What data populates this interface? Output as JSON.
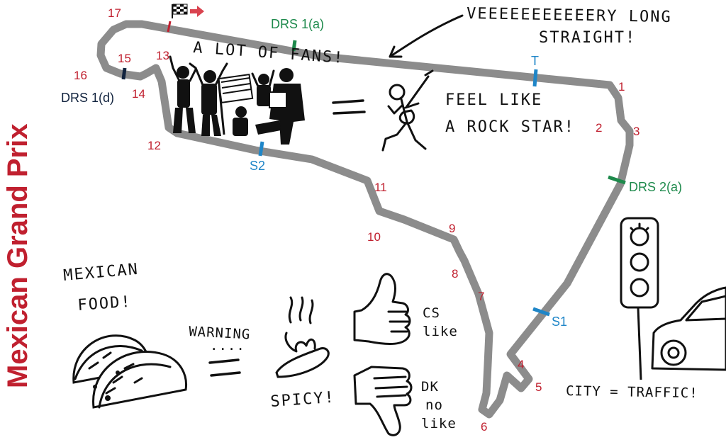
{
  "title": "Mexican Grand Prix",
  "colors": {
    "title": "#c0202f",
    "turn_numbers": "#c0202f",
    "drs_activation": "#1e8a4c",
    "drs_detection": "#12243f",
    "sectors": "#1f86c8",
    "track": "#8c8c8c"
  },
  "turns": [
    "1",
    "2",
    "3",
    "4",
    "5",
    "6",
    "7",
    "8",
    "9",
    "10",
    "11",
    "12",
    "13",
    "14",
    "15",
    "16",
    "17"
  ],
  "markers": {
    "drs1a": "DRS 1(a)",
    "drs1d": "DRS 1(d)",
    "drs2a": "DRS 2(a)",
    "t": "T",
    "s1": "S1",
    "s2": "S2"
  },
  "annotations": {
    "straight_1": "VEEEEEEEEEEERY LONG",
    "straight_2": "STRAIGHT!",
    "fans": "A LOT OF FANS!",
    "rockstar_1": "FEEL LIKE",
    "rockstar_2": "A ROCK STAR!",
    "food_1": "MEXICAN",
    "food_2": "FOOD!",
    "warning": "WARNING",
    "ellipsis": "....",
    "spicy": "SPICY!",
    "cs_1": "CS",
    "cs_2": "like",
    "dk_1": "DK",
    "dk_2": "no",
    "dk_3": "like",
    "city": "CITY = TRAFFIC!"
  }
}
